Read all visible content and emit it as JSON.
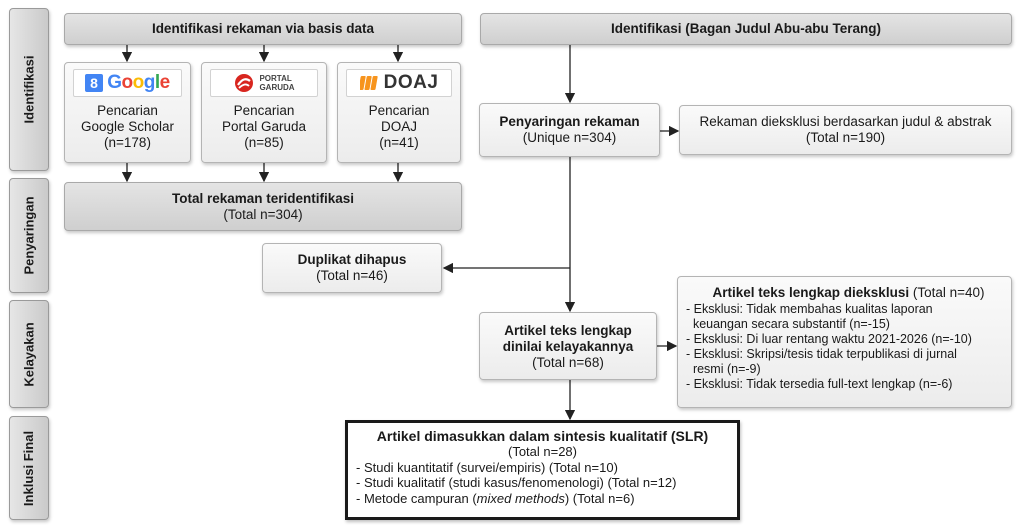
{
  "stages": {
    "identification": "Identifikasi",
    "screening": "Penyaringan",
    "eligibility": "Kelayakan",
    "inclusion": "Inklusi Final"
  },
  "left_header": "Identifikasi rekaman via basis data",
  "right_header": "Identifikasi (Bagan Judul Abu-abu Terang)",
  "sources": [
    {
      "logo_text": "Google",
      "line1": "Pencarian",
      "line2": "Google Scholar",
      "count": "(n=178)"
    },
    {
      "logo_text_top": "PORTAL",
      "logo_text_bottom": "GARUDA",
      "line1": "Pencarian",
      "line2": "Portal Garuda",
      "count": "(n=85)"
    },
    {
      "logo_text": "DOAJ",
      "line1": "Pencarian",
      "line2": "DOAJ",
      "count": "(n=41)"
    }
  ],
  "total_identified": {
    "title": "Total rekaman teridentifikasi",
    "count": "(Total n=304)"
  },
  "duplicates": {
    "title": "Duplikat dihapus",
    "count": "(Total n=46)"
  },
  "screening": {
    "title": "Penyaringan rekaman",
    "count": "(Unique n=304)"
  },
  "excluded_records": {
    "line1": "Rekaman dieksklusi berdasarkan judul & abstrak",
    "count": "(Total n=190)"
  },
  "fulltext_assessed": {
    "line1": "Artikel teks lengkap",
    "line2": "dinilai kelayakannya",
    "count": "(Total n=68)"
  },
  "fulltext_excluded": {
    "title": "Artikel teks lengkap dieksklusi",
    "count": "(Total n=40)",
    "items": [
      "- Eksklusi: Tidak membahas kualitas laporan",
      "  keuangan secara substantif (n=-15)",
      "- Eksklusi: Di luar rentang waktu 2021-2026 (n=-10)",
      "- Eksklusi: Skripsi/tesis tidak terpublikasi di jurnal",
      "  resmi (n=-9)",
      "- Eksklusi: Tidak tersedia full-text lengkap (n=-6)"
    ]
  },
  "included": {
    "title": "Artikel dimasukkan dalam sintesis kualitatif (SLR)",
    "count": "(Total n=28)",
    "item1": "- Studi kuantitatif (survei/empiris) (Total n=10)",
    "item2": "- Studi kualitatif (studi kasus/fenomenologi) (Total n=12)",
    "item3_pre": "- Metode campuran (",
    "item3_em": "mixed methods",
    "item3_post": ") (Total n=6)"
  },
  "colors": {
    "google_blue": "#4285F4",
    "google_red": "#EA4335",
    "google_yellow": "#FBBC05",
    "google_green": "#34A853",
    "garuda_red": "#d8261f",
    "doaj_orange": "#f7941d"
  }
}
